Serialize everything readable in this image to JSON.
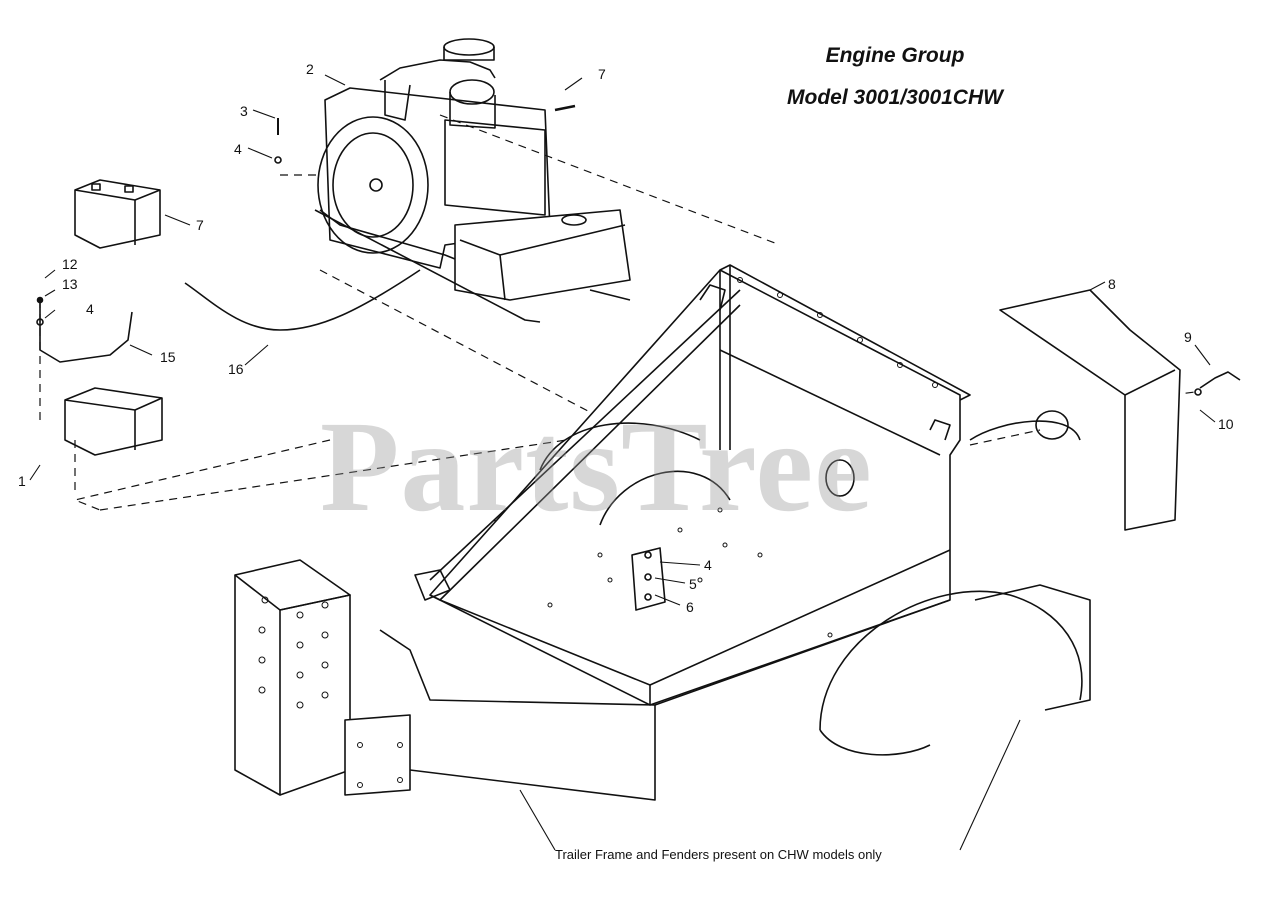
{
  "diagram": {
    "title": "Engine Group",
    "subtitle": "Model 3001/3001CHW",
    "watermark": "PartsTree",
    "footnote": "Trailer Frame and Fenders present on CHW models only",
    "callouts": [
      {
        "id": "c1",
        "label": "1"
      },
      {
        "id": "c2",
        "label": "2"
      },
      {
        "id": "c3",
        "label": "3"
      },
      {
        "id": "c4a",
        "label": "4"
      },
      {
        "id": "c4b",
        "label": "4"
      },
      {
        "id": "c4c",
        "label": "4"
      },
      {
        "id": "c5",
        "label": "5"
      },
      {
        "id": "c6",
        "label": "6"
      },
      {
        "id": "c7a",
        "label": "7"
      },
      {
        "id": "c7b",
        "label": "7"
      },
      {
        "id": "c8",
        "label": "8"
      },
      {
        "id": "c9",
        "label": "9"
      },
      {
        "id": "c10",
        "label": "10"
      },
      {
        "id": "c12",
        "label": "12"
      },
      {
        "id": "c13",
        "label": "13"
      },
      {
        "id": "c15",
        "label": "15"
      },
      {
        "id": "c16",
        "label": "16"
      }
    ]
  }
}
